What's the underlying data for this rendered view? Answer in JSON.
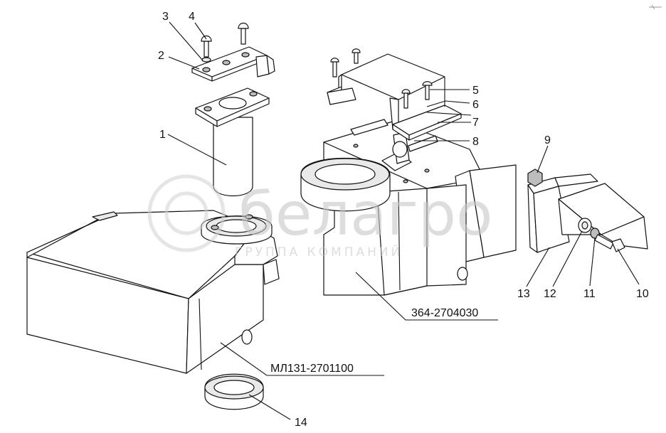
{
  "diagram": {
    "callouts": [
      {
        "id": "1",
        "text": "1"
      },
      {
        "id": "2",
        "text": "2"
      },
      {
        "id": "3",
        "text": "3"
      },
      {
        "id": "4",
        "text": "4"
      },
      {
        "id": "5",
        "text": "5"
      },
      {
        "id": "6",
        "text": "6"
      },
      {
        "id": "7",
        "text": "7"
      },
      {
        "id": "8",
        "text": "8"
      },
      {
        "id": "9",
        "text": "9"
      },
      {
        "id": "10",
        "text": "10"
      },
      {
        "id": "11",
        "text": "11"
      },
      {
        "id": "12",
        "text": "12"
      },
      {
        "id": "13",
        "text": "13"
      },
      {
        "id": "14",
        "text": "14"
      }
    ],
    "assembly_labels": {
      "housing": "364-2704030",
      "frame": "МЛ131-2701100"
    }
  },
  "watermark": {
    "brand": "белагро",
    "tagline": "ГРУППА КОМПАНИЙ"
  },
  "colors": {
    "line": "#111111",
    "watermark": "#c8c8c8"
  }
}
